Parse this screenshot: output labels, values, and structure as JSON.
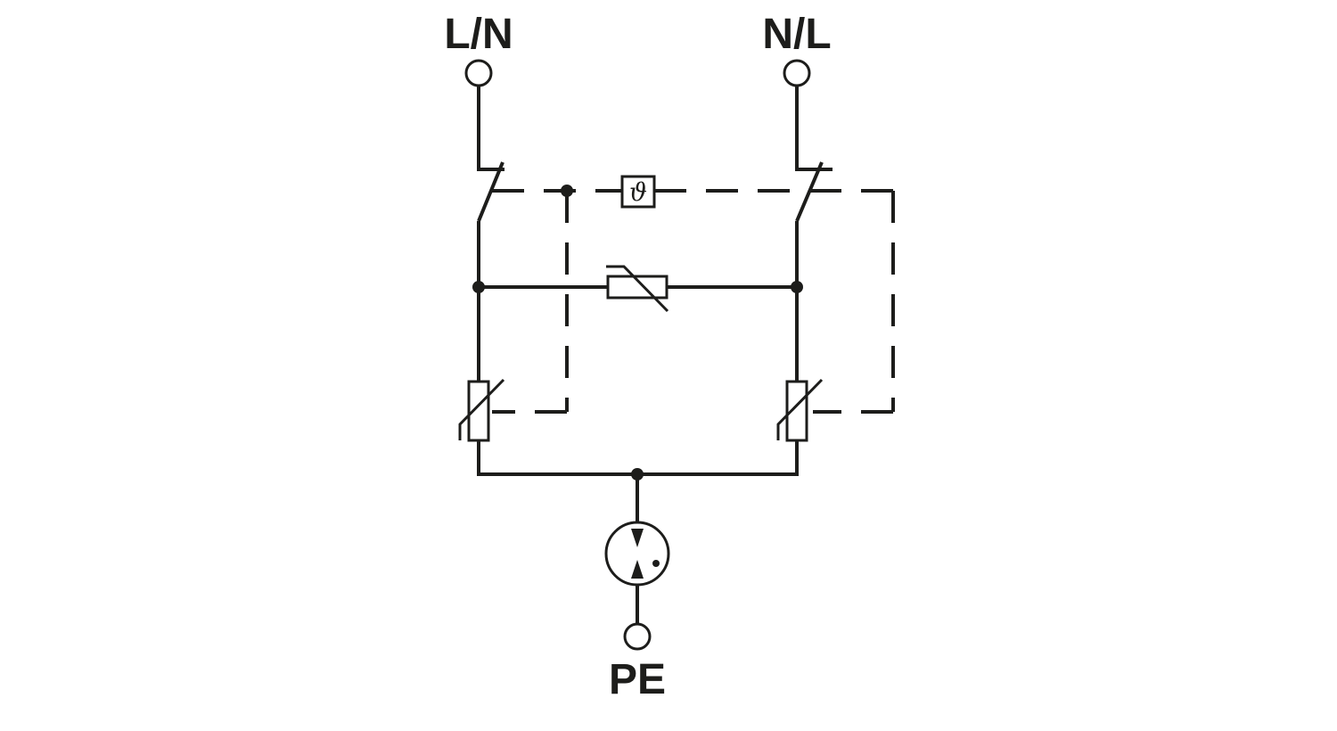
{
  "diagram": {
    "labels": {
      "left_terminal": "L/N",
      "right_terminal": "N/L",
      "earth_terminal": "PE"
    },
    "thermal_symbol": "ϑ",
    "icons": [
      "terminal-circle-icon",
      "thermal-disconnect-icon",
      "varistor-icon",
      "gas-discharge-tube-icon",
      "switch-contact-icon"
    ],
    "colors": {
      "line": "#1d1d1b",
      "background": "#ffffff"
    }
  }
}
